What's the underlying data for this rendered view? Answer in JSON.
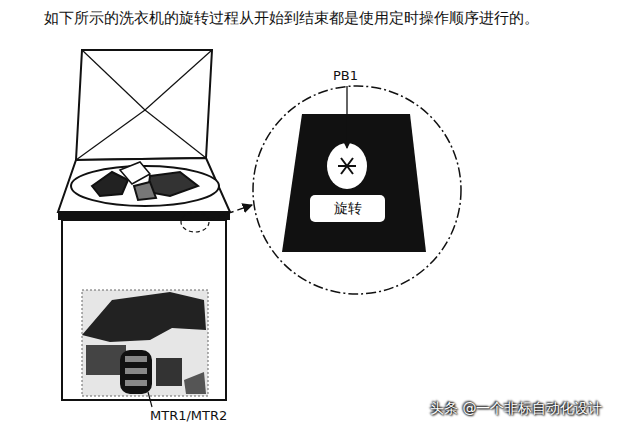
{
  "diagram": {
    "title": "如下所示的洗衣机的旋转过程从开始到结束都是使用定时操作顺序进行的。",
    "nodes": [
      {
        "text": [
          "旋转"
        ]
      }
    ],
    "labels": [
      "PB1",
      "MTR1/MTR2",
      "头条 @一个非标自动化设计"
    ]
  }
}
